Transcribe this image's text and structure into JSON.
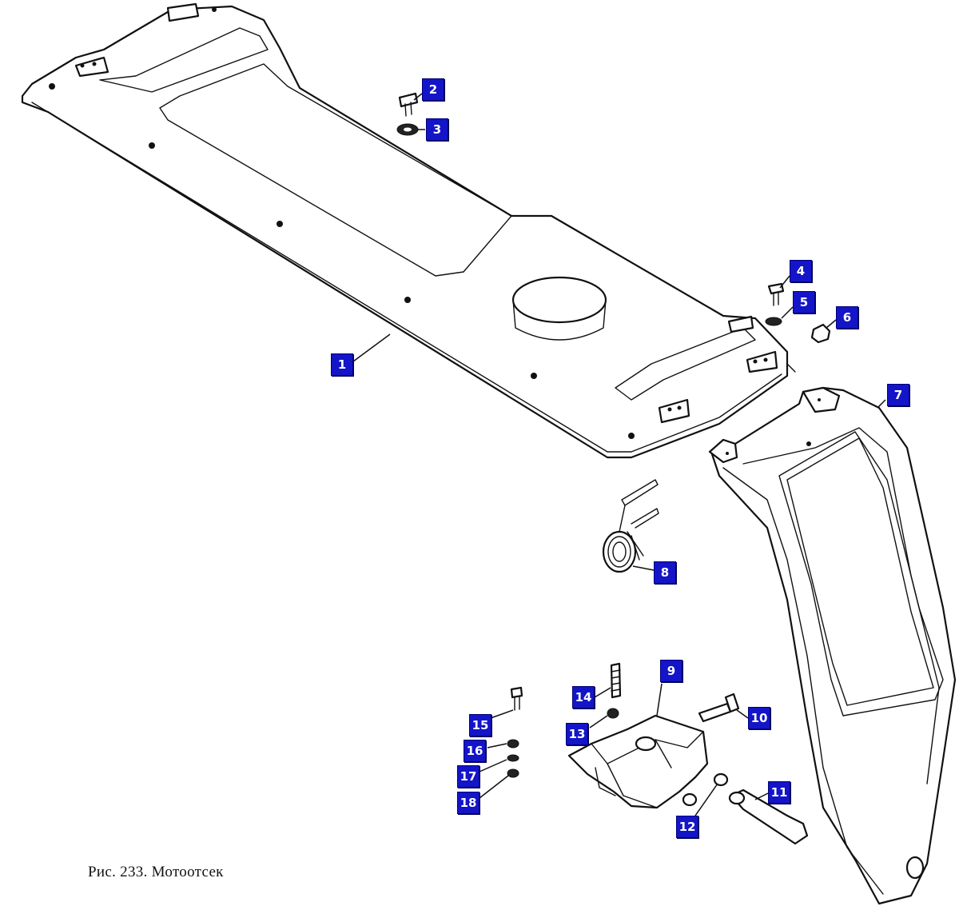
{
  "caption": "Рис. 233. Мотоотсек",
  "callouts": [
    {
      "id": "1",
      "label": "1"
    },
    {
      "id": "2",
      "label": "2"
    },
    {
      "id": "3",
      "label": "3"
    },
    {
      "id": "4",
      "label": "4"
    },
    {
      "id": "5",
      "label": "5"
    },
    {
      "id": "6",
      "label": "6"
    },
    {
      "id": "7",
      "label": "7"
    },
    {
      "id": "8",
      "label": "8"
    },
    {
      "id": "9",
      "label": "9"
    },
    {
      "id": "10",
      "label": "10"
    },
    {
      "id": "11",
      "label": "11"
    },
    {
      "id": "12",
      "label": "12"
    },
    {
      "id": "13",
      "label": "13"
    },
    {
      "id": "14",
      "label": "14"
    },
    {
      "id": "15",
      "label": "15"
    },
    {
      "id": "16",
      "label": "16"
    },
    {
      "id": "17",
      "label": "17"
    },
    {
      "id": "18",
      "label": "18"
    }
  ],
  "colors": {
    "callout_fill": "#1414c8",
    "line": "#111111",
    "background": "#ffffff"
  }
}
